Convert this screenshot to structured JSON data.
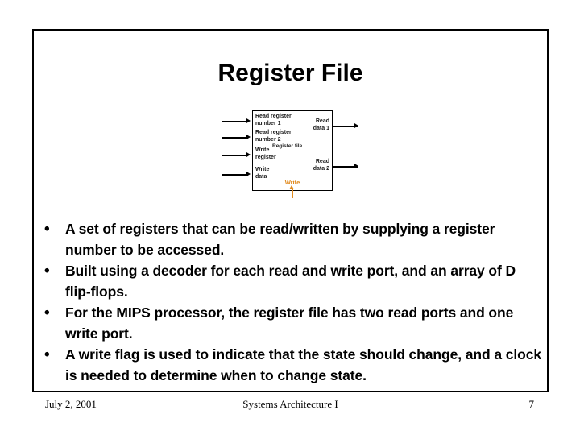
{
  "slide": {
    "title": "Register File",
    "bullet_marker": "•",
    "bullets": [
      "A set of registers that can be read/written by supplying a register number to be accessed.",
      "Built using a decoder for each read and write port, and an array of D flip-flops.",
      "For the MIPS processor, the register file has two read ports and one write port.",
      "A write flag is used to indicate that the state should change, and a clock is needed to determine when to change state."
    ]
  },
  "diagram": {
    "block_label": "Register file",
    "inputs": [
      "Read register\nnumber 1",
      "Read register\nnumber 2",
      "Write\nregister",
      "Write\ndata"
    ],
    "outputs": [
      "Read\ndata 1",
      "Read\ndata 2"
    ],
    "control_label": "Write",
    "control_color": "#E08A1E"
  },
  "footer": {
    "date": "July 2, 2001",
    "course": "Systems Architecture I",
    "page_number": "7"
  }
}
